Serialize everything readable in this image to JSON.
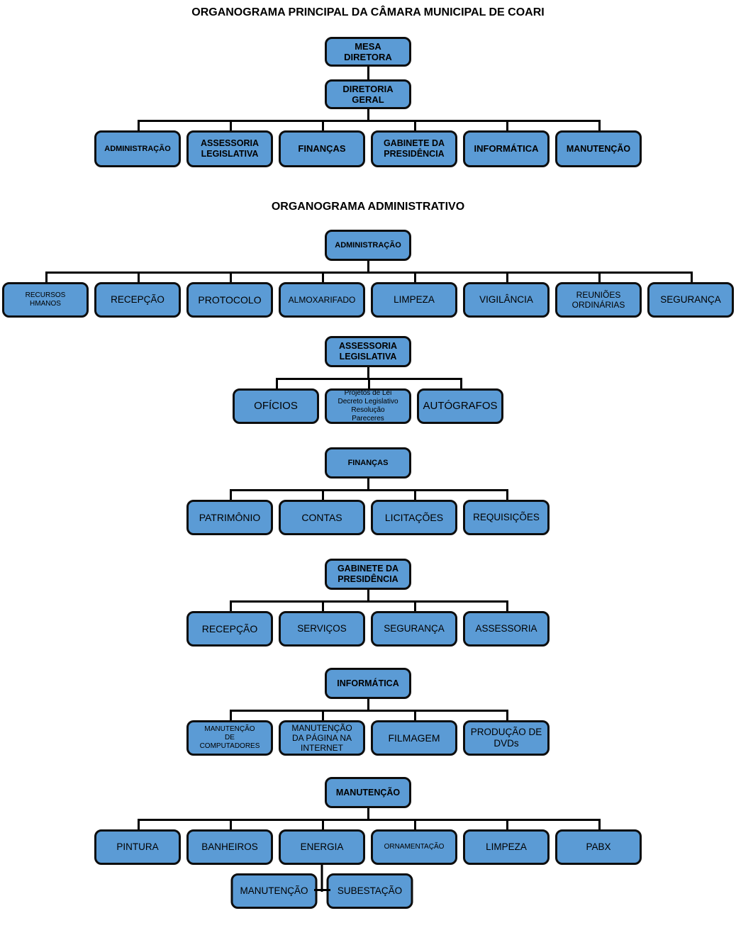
{
  "colors": {
    "box_fill": "#5b9bd5",
    "box_border": "#0d0d0d",
    "connector": "#000000",
    "text": "#000000",
    "background": "#ffffff"
  },
  "diagram": {
    "principal": {
      "title": "ORGANOGRAMA PRINCIPAL DA CÂMARA MUNICIPAL DE COARI",
      "root": "MESA\nDIRETORA",
      "director": "DIRETORIA\nGERAL",
      "departments": [
        "ADMINISTRAÇÃO",
        "ASSESSORIA\nLEGISLATIVA",
        "FINANÇAS",
        "GABINETE DA\nPRESIDÊNCIA",
        "INFORMÁTICA",
        "MANUTENÇÃO"
      ]
    },
    "administrativo": {
      "title": "ORGANOGRAMA ADMINISTRATIVO",
      "sections": [
        {
          "parent": "ADMINISTRAÇÃO",
          "children": [
            "RECURSOS\nHMANOS",
            "RECEPÇÃO",
            "PROTOCOLO",
            "ALMOXARIFADO",
            "LIMPEZA",
            "VIGILÂNCIA",
            "REUNIÕES\nORDINÁRIAS",
            "SEGURANÇA"
          ]
        },
        {
          "parent": "ASSESSORIA\nLEGISLATIVA",
          "children": [
            "OFÍCIOS",
            "Projetos de Lei\nDecreto Legislativo\nResolução\nPareceres",
            "AUTÓGRAFOS"
          ]
        },
        {
          "parent": "FINANÇAS",
          "children": [
            "PATRIMÔNIO",
            "CONTAS",
            "LICITAÇÕES",
            "REQUISIÇÕES"
          ]
        },
        {
          "parent": "GABINETE DA\nPRESIDÊNCIA",
          "children": [
            "RECEPÇÃO",
            "SERVIÇOS",
            "SEGURANÇA",
            "ASSESSORIA"
          ]
        },
        {
          "parent": "INFORMÁTICA",
          "children": [
            "MANUTENÇÃO\nDE\nCOMPUTADORES",
            "MANUTENÇÃO\nDA PÁGINA NA\nINTERNET",
            "FILMAGEM",
            "PRODUÇÃO DE\nDVDs"
          ]
        },
        {
          "parent": "MANUTENÇÃO",
          "children": [
            "PINTURA",
            "BANHEIROS",
            "ENERGIA",
            "ORNAMENTAÇÃO",
            "LIMPEZA",
            "PABX"
          ],
          "energia_children": [
            "MANUTENÇÃO",
            "SUBESTAÇÃO"
          ]
        }
      ]
    }
  }
}
